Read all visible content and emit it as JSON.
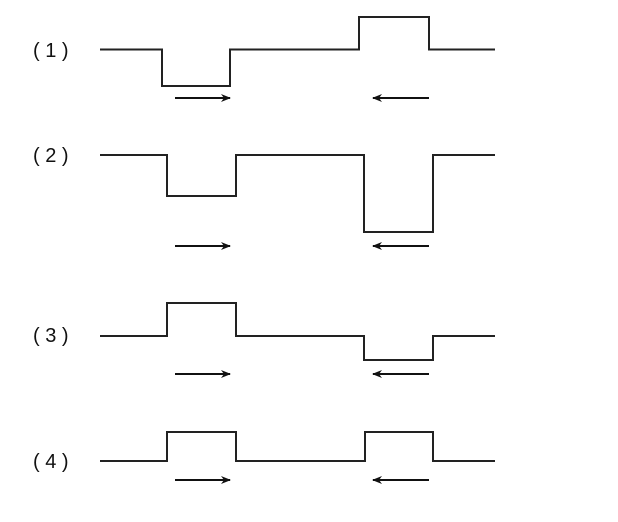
{
  "options": [
    {
      "label": "( 1 )"
    },
    {
      "label": "( 2 )"
    },
    {
      "label": "( 3 )"
    },
    {
      "label": "( 4 )"
    }
  ]
}
